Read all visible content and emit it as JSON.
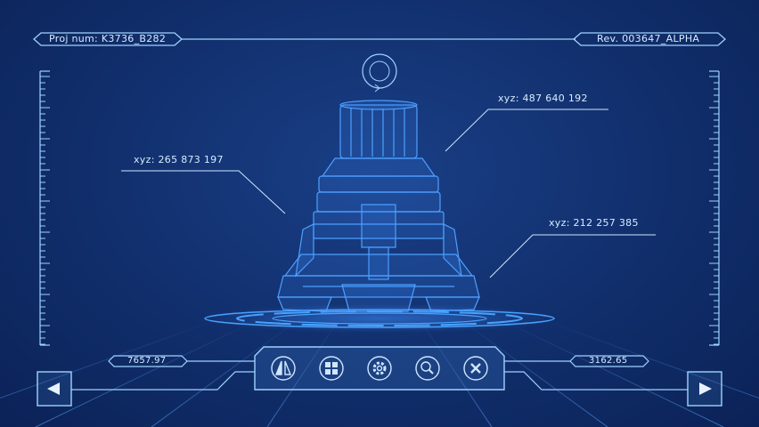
{
  "header": {
    "project_label": "Proj num: K3736_B282",
    "revision_label": "Rev. 003647_ALPHA"
  },
  "annotations": [
    {
      "id": "top-right",
      "text": "xyz: 487 640 192"
    },
    {
      "id": "left",
      "text": "xyz: 265 873 197"
    },
    {
      "id": "right",
      "text": "xyz:  212 257 385"
    }
  ],
  "readouts": {
    "left_value": "7657.97",
    "right_value": "3162.65"
  },
  "toolbar": {
    "buttons": [
      {
        "icon": "split-triangle-icon"
      },
      {
        "icon": "grid-icon"
      },
      {
        "icon": "gear-icon"
      },
      {
        "icon": "search-icon"
      },
      {
        "icon": "close-icon"
      }
    ]
  },
  "nav": {
    "prev_icon": "left-arrow-icon",
    "next_icon": "right-arrow-icon"
  },
  "colors": {
    "accent": "#9fd3ff",
    "hologram": "#3a8cff",
    "background": "#123170"
  }
}
